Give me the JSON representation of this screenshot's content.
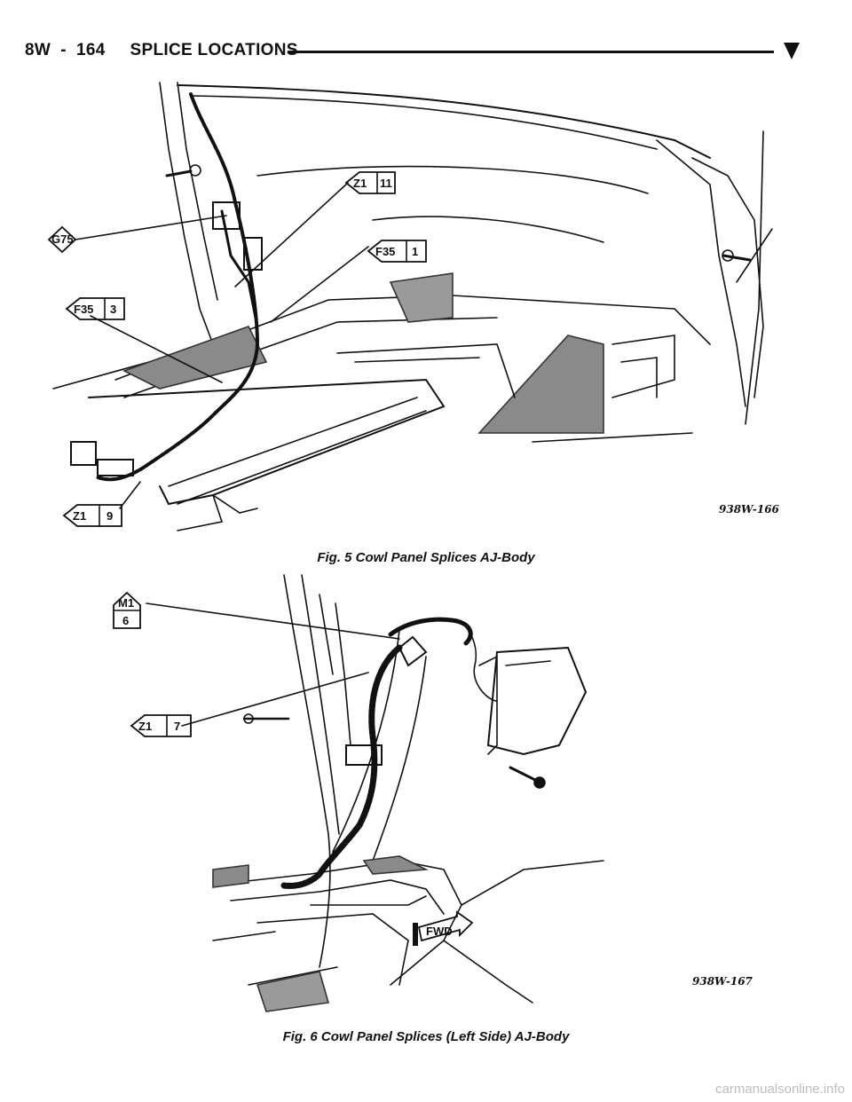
{
  "header": {
    "title": "8W  -  164     SPLICE LOCATIONS",
    "marker_icon": "down-triangle-icon"
  },
  "figure5": {
    "caption": "Fig. 5 Cowl Panel Splices AJ-Body",
    "code": "938W-166",
    "callouts": [
      {
        "id": "Z1",
        "num": "11"
      },
      {
        "id": "G75",
        "num": ""
      },
      {
        "id": "F35",
        "num": "1"
      },
      {
        "id": "F35",
        "num": "3"
      },
      {
        "id": "Z1",
        "num": "9"
      }
    ]
  },
  "figure6": {
    "caption": "Fig. 6 Cowl Panel Splices (Left Side) AJ-Body",
    "code": "938W-167",
    "fwd_label": "FWD",
    "callouts": [
      {
        "id": "M1",
        "num": "6"
      },
      {
        "id": "Z1",
        "num": "7"
      }
    ]
  },
  "watermark": "carmanualsonline.info",
  "colors": {
    "ink": "#111111",
    "shade": "#8a8a8a",
    "paper": "#ffffff"
  }
}
